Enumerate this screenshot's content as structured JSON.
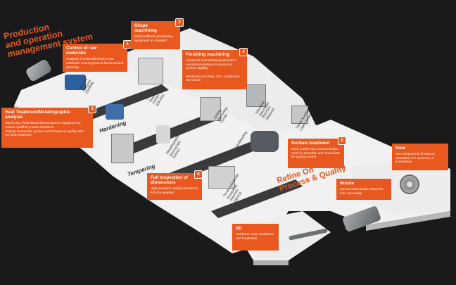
{
  "header": {
    "title": "Production\nand operation\nmanagement system"
  },
  "cards": [
    {
      "number": "1",
      "heading": "Control of raw\nmaterials",
      "body": "Analysis of metal elements in raw materials. Ensure product hardness and durability"
    },
    {
      "number": "2",
      "heading": "Shape\nmachining",
      "body": "Select different processing equipment as required"
    },
    {
      "number": "3",
      "heading": "Heat Treatment/Metallographic analysis",
      "body": "Machining: Professional heat treatment equipment to ensure qualified product hardness.\nTesting: Ensure the product performance is quality after the heat treatment."
    },
    {
      "number": "4",
      "heading": "Finishing machining",
      "body": "Advanced processing equipment to ensure processing accuracy and product stability\n\nMachining accuracy: 3um, roughness: Ra<0.5um"
    },
    {
      "number": "5",
      "heading": "Surface treatment",
      "body": "Each nozzle has a serial number, which is traceable and convenient for quality control"
    },
    {
      "number": "6",
      "heading": "Full inspection of dimensions",
      "body": "High-precision testing instrument full size qualified"
    },
    {
      "number": "",
      "heading": "Gear",
      "body": "Key components of reducer, Guarantee the accuracy of screwdriver"
    },
    {
      "number": "",
      "heading": "Nozzle",
      "body": "Screws hold steady enters the hole accurately"
    },
    {
      "number": "",
      "heading": "Bit",
      "body": "Hardness, wear resistance and toughness"
    }
  ],
  "machine_labels": [
    "Spectral\nAnalyzer\n(SHIMA)",
    "5-axis\nMachining\nCenter\n(OKASI)",
    "Drilling\nMachining\nCenter",
    "Electrical\nDischarge\nMachine\n(Makino)",
    "Serial Number\nLaser marking",
    "Metallographic\nMicroscope\n(Leica)",
    "Sandblasting",
    "Three-coordinate\nmeasuring\nmachine\n(ZEISS)"
  ],
  "stage_labels": [
    "Hardening",
    "Tempering"
  ],
  "slogan": "Refine On\nProcess & Quality",
  "colors": {
    "accent": "#e8581f",
    "background": "#1a1a1c",
    "path": "#f1f1f1",
    "belt": "#3a3a3c"
  }
}
